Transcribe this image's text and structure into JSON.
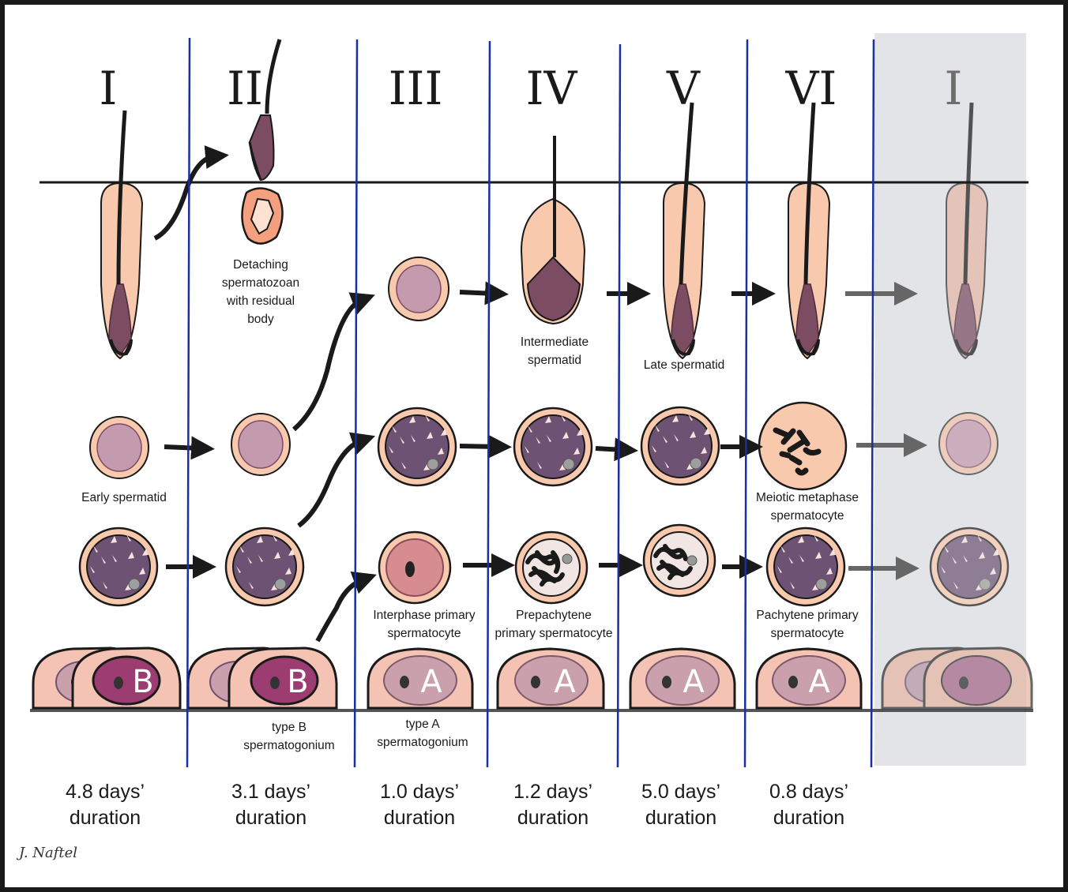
{
  "stages": [
    {
      "numeral": "I",
      "duration_line1": "4.8 days’",
      "duration_line2": "duration"
    },
    {
      "numeral": "II",
      "duration_line1": "3.1 days’",
      "duration_line2": "duration"
    },
    {
      "numeral": "III",
      "duration_line1": "1.0 days’",
      "duration_line2": "duration"
    },
    {
      "numeral": "IV",
      "duration_line1": "1.2 days’",
      "duration_line2": "duration"
    },
    {
      "numeral": "V",
      "duration_line1": "5.0 days’",
      "duration_line2": "duration"
    },
    {
      "numeral": "VI",
      "duration_line1": "0.8 days’",
      "duration_line2": "duration"
    },
    {
      "numeral": "I"
    }
  ],
  "labels": {
    "detaching": [
      "Detaching",
      "spermatozoan",
      "with residual",
      "body"
    ],
    "intermediate": [
      "Intermediate",
      "spermatid"
    ],
    "late": "Late spermatid",
    "early": "Early spermatid",
    "meiotic": [
      "Meiotic metaphase",
      "spermatocyte"
    ],
    "interphase": [
      "Interphase primary",
      "spermatocyte"
    ],
    "prepachytene": [
      "Prepachytene",
      "primary spermatocyte"
    ],
    "pachytene": [
      "Pachytene primary",
      "spermatocyte"
    ],
    "type_b": [
      "type B",
      "spermatogonium"
    ],
    "type_a": [
      "type A",
      "spermatogonium"
    ]
  },
  "spermatogonia_letters": {
    "b": "B",
    "a": "A"
  },
  "signature": "J. Naftel",
  "colors": {
    "cytoplasm": "#f9c9ae",
    "nucleus_round": "#c49aae",
    "spermatid_head": "#7b4c62",
    "spermatocyte_nucleus": "#6d5274",
    "type_b_nucleus": "#9c3d72",
    "type_a_nucleus": "#c9a0ab",
    "interphase_nucleus": "#d78c8f",
    "stage_divider": "#1a2fa0",
    "shaded_column": "#e2e4e8"
  }
}
